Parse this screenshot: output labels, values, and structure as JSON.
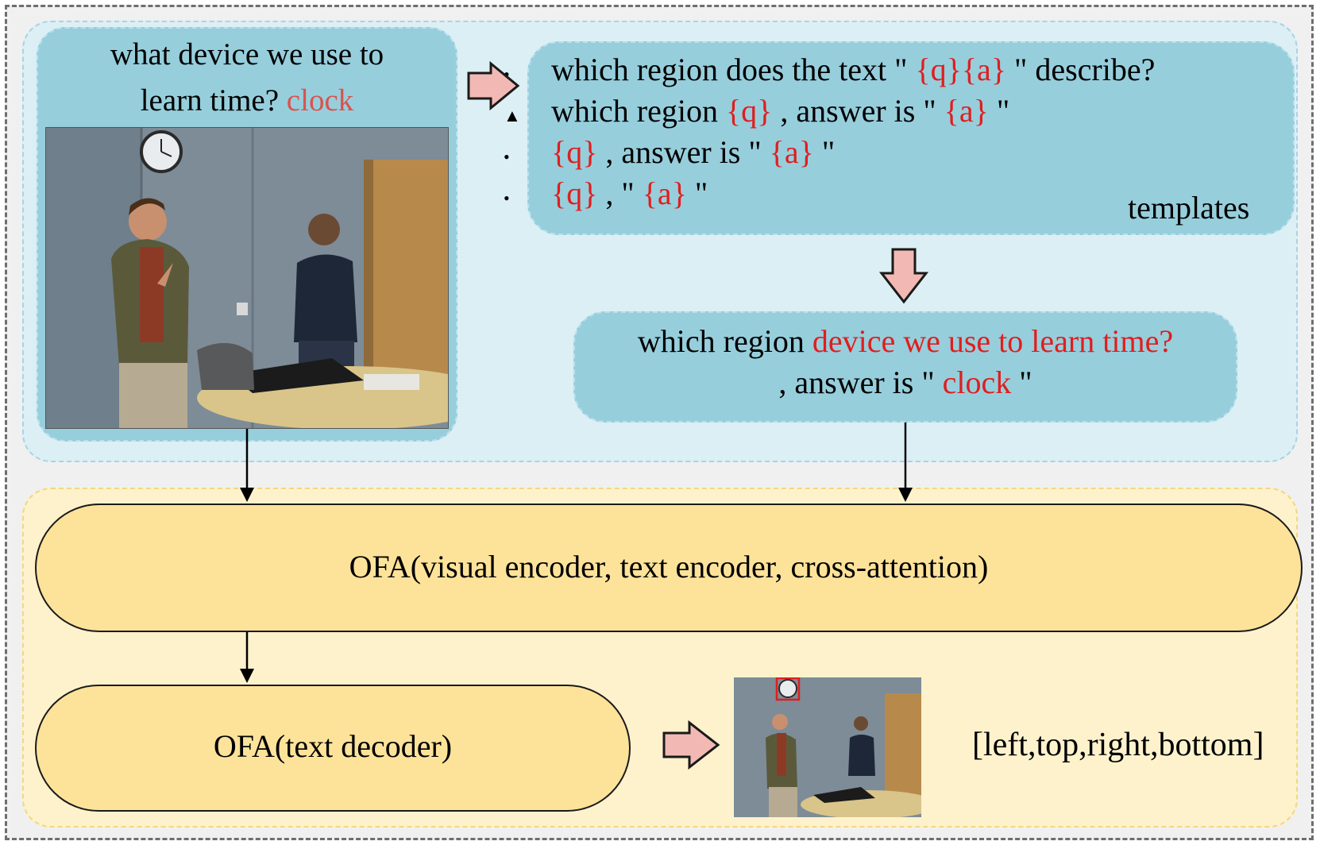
{
  "question": {
    "text": "what device we use to",
    "text_line2": "learn time?",
    "answer": "clock"
  },
  "templates": {
    "lines": [
      {
        "marker": "•",
        "pre": "which region does the text \" ",
        "q": "{q}",
        "mid": "",
        "a": "{a}",
        "post": " \" describe?"
      },
      {
        "marker": "▲",
        "pre": "which region ",
        "q": "{q}",
        "mid": " , answer is \" ",
        "a": "{a}",
        "post": " \""
      },
      {
        "marker": "•",
        "pre": "",
        "q": "{q}",
        "mid": " , answer is \" ",
        "a": "{a}",
        "post": " \""
      },
      {
        "marker": "•",
        "pre": "",
        "q": "{q}",
        "mid": " , \" ",
        "a": "{a}",
        "post": " \""
      }
    ],
    "caption": "templates"
  },
  "query": {
    "prefix": "which region ",
    "question": "device we use to learn time?",
    "line2_pre": ", answer is \" ",
    "answer": "clock",
    "line2_post": " \""
  },
  "encoder_label": "OFA(visual encoder, text encoder, cross-attention)",
  "decoder_label": "OFA(text decoder)",
  "output_label": "[left,top,right,bottom]",
  "colors": {
    "blue_panel": "#dceff5",
    "blue_card": "#97cedc",
    "yellow_panel": "#fdf2cc",
    "yellow_pill": "#fde39a",
    "highlight_red": "#e01e1e",
    "arrow_pink": "#f2b9b4"
  }
}
